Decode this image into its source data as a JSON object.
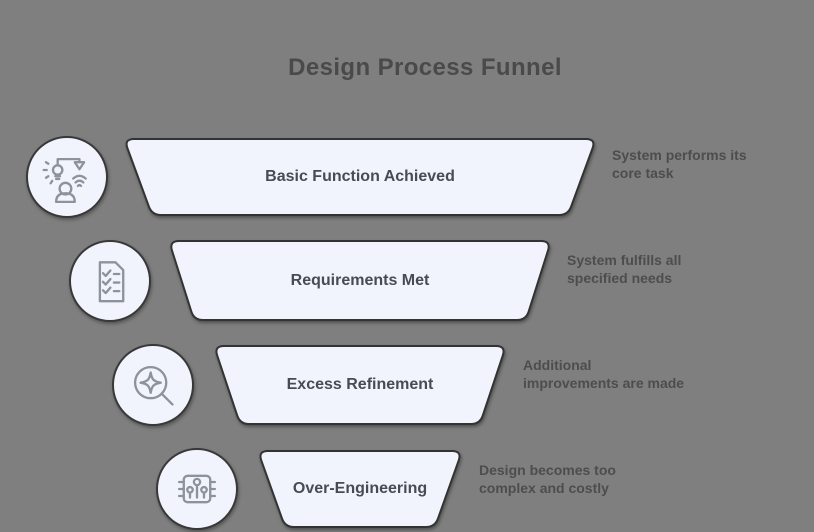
{
  "title": "Design Process Funnel",
  "stages": [
    {
      "label": "Basic Function Achieved",
      "description": "System performs its core task",
      "icon": "idea-delivery-icon"
    },
    {
      "label": "Requirements Met",
      "description": "System fulfills all specified needs",
      "icon": "checklist-icon"
    },
    {
      "label": "Excess Refinement",
      "description": "Additional improvements are made",
      "icon": "sparkle-magnifier-icon"
    },
    {
      "label": "Over-Engineering",
      "description": "Design becomes too complex and costly",
      "icon": "circuit-chip-icon"
    }
  ],
  "colors": {
    "background": "#7f7f7f",
    "shape_fill": "#f1f4fc",
    "shape_border": "#333333",
    "icon_stroke": "#8d939d",
    "text": "#4a4a4a"
  }
}
